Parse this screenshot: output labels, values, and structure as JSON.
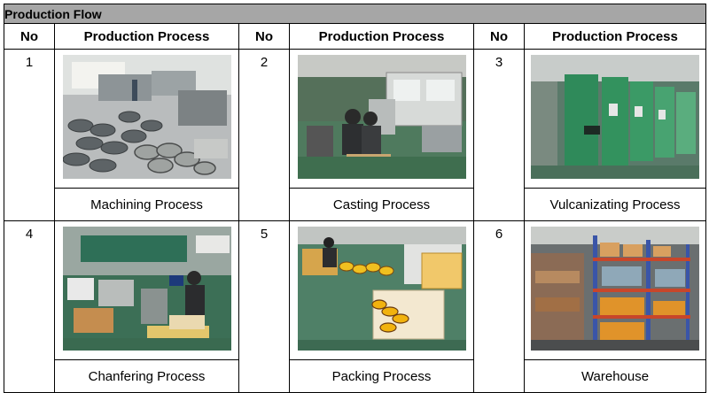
{
  "title": "Production Flow",
  "headers": {
    "no": "No",
    "process": "Production Process"
  },
  "rows": [
    [
      {
        "no": "1",
        "caption": "Machining Process",
        "photo": "machining-photo"
      },
      {
        "no": "2",
        "caption": "Casting Process",
        "photo": "casting-photo"
      },
      {
        "no": "3",
        "caption": "Vulcanizating Process",
        "photo": "vulcanizing-photo"
      }
    ],
    [
      {
        "no": "4",
        "caption": "Chanfering Process",
        "photo": "chamfering-photo"
      },
      {
        "no": "5",
        "caption": "Packing Process",
        "photo": "packing-photo"
      },
      {
        "no": "6",
        "caption": "Warehouse",
        "photo": "warehouse-photo"
      }
    ]
  ]
}
